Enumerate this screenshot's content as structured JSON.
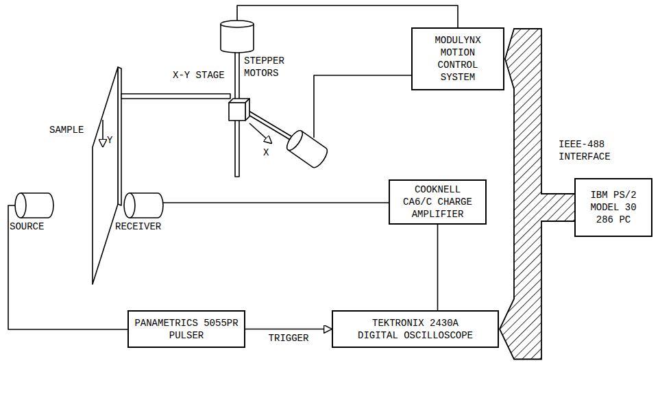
{
  "diagram": {
    "nodes": [
      {
        "text": [
          "MODULYNX MOTION CONTROL SYSTEM"
        ]
      },
      {
        "text": [
          "COOKNELL CA6/C CHARGE AMPLIFIER"
        ]
      },
      {
        "text": [
          "IBM PS/2 MODEL 30 286 PC"
        ]
      },
      {
        "text": [
          "PANAMETRICS 5055PR PULSER"
        ]
      },
      {
        "text": [
          "TEKTRONIX 2430A DIGITAL OSCILLOSCOPE"
        ]
      }
    ],
    "edges": [
      {
        "from": 2,
        "to": 0,
        "arrow": "to"
      },
      {
        "from": 2,
        "to": 4,
        "arrow": "to"
      },
      {
        "from": 1,
        "to": 4,
        "arrow": "none"
      },
      {
        "from": 3,
        "to": 4,
        "label": "TRIGGER",
        "arrow": "to"
      }
    ],
    "labels": [
      "STEPPER MOTORS",
      "X-Y STAGE",
      "IEEE-488 INTERFACE",
      "SAMPLE",
      "X",
      "Y",
      "SOURCE",
      "RECEIVER"
    ]
  }
}
